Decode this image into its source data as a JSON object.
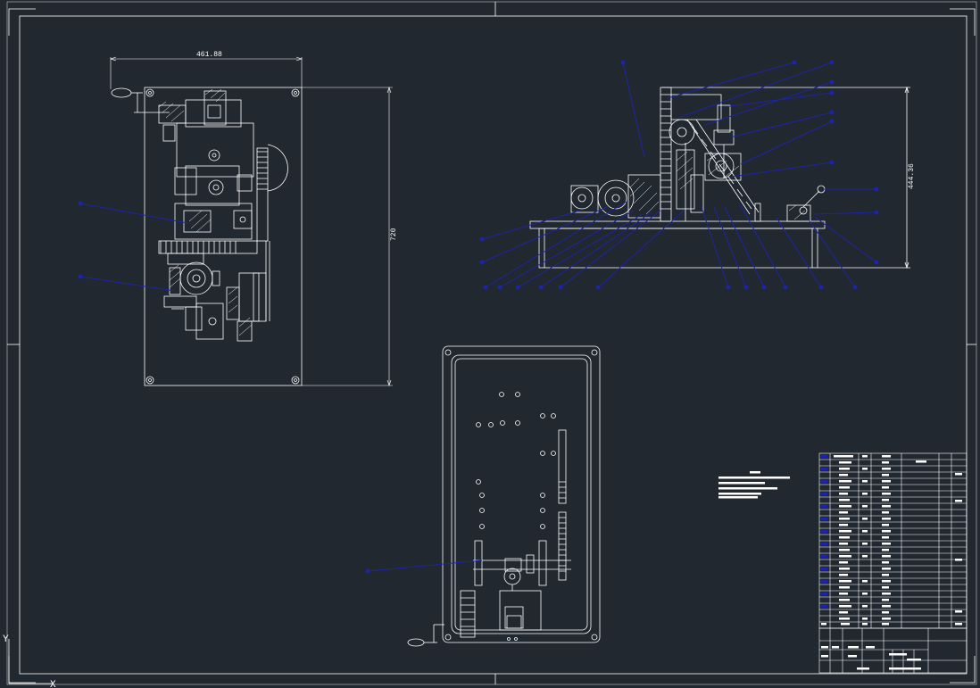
{
  "drawing": {
    "background": "#212830",
    "line_color": "#ffffff",
    "leader_color": "#1e24a8",
    "dimensions": {
      "top_view_width": "461.88",
      "top_view_height": "720",
      "front_view_height": "444.36"
    },
    "ucs_icon": {
      "y_label": "Y",
      "x_label": "X"
    }
  }
}
